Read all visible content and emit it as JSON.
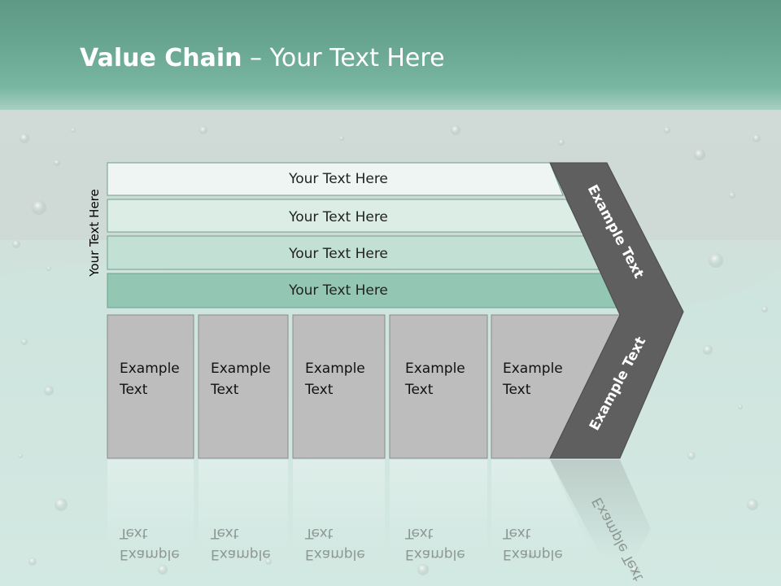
{
  "title": {
    "bold": "Value Chain",
    "rest": " – Your Text Here"
  },
  "side_label": "Your Text Here",
  "support_bars": [
    {
      "label": "Your Text Here"
    },
    {
      "label": "Your Text Here"
    },
    {
      "label": "Your Text Here"
    },
    {
      "label": "Your Text Here"
    }
  ],
  "primary_boxes": [
    {
      "line1": "Example",
      "line2": "Text"
    },
    {
      "line1": "Example",
      "line2": "Text"
    },
    {
      "line1": "Example",
      "line2": "Text"
    },
    {
      "line1": "Example",
      "line2": "Text"
    },
    {
      "line1": "Example",
      "line2": "Text"
    }
  ],
  "chevron": {
    "upper_label": "Example Text",
    "lower_label": "Example Text"
  },
  "colors": {
    "header": "#6aa893",
    "bar_1": "#eef5f2",
    "bar_2": "#dcede6",
    "bar_3": "#c3e0d5",
    "bar_4": "#93c7b3",
    "box_fill": "#bdbdbd",
    "chevron_fill": "#5f5f5f"
  }
}
